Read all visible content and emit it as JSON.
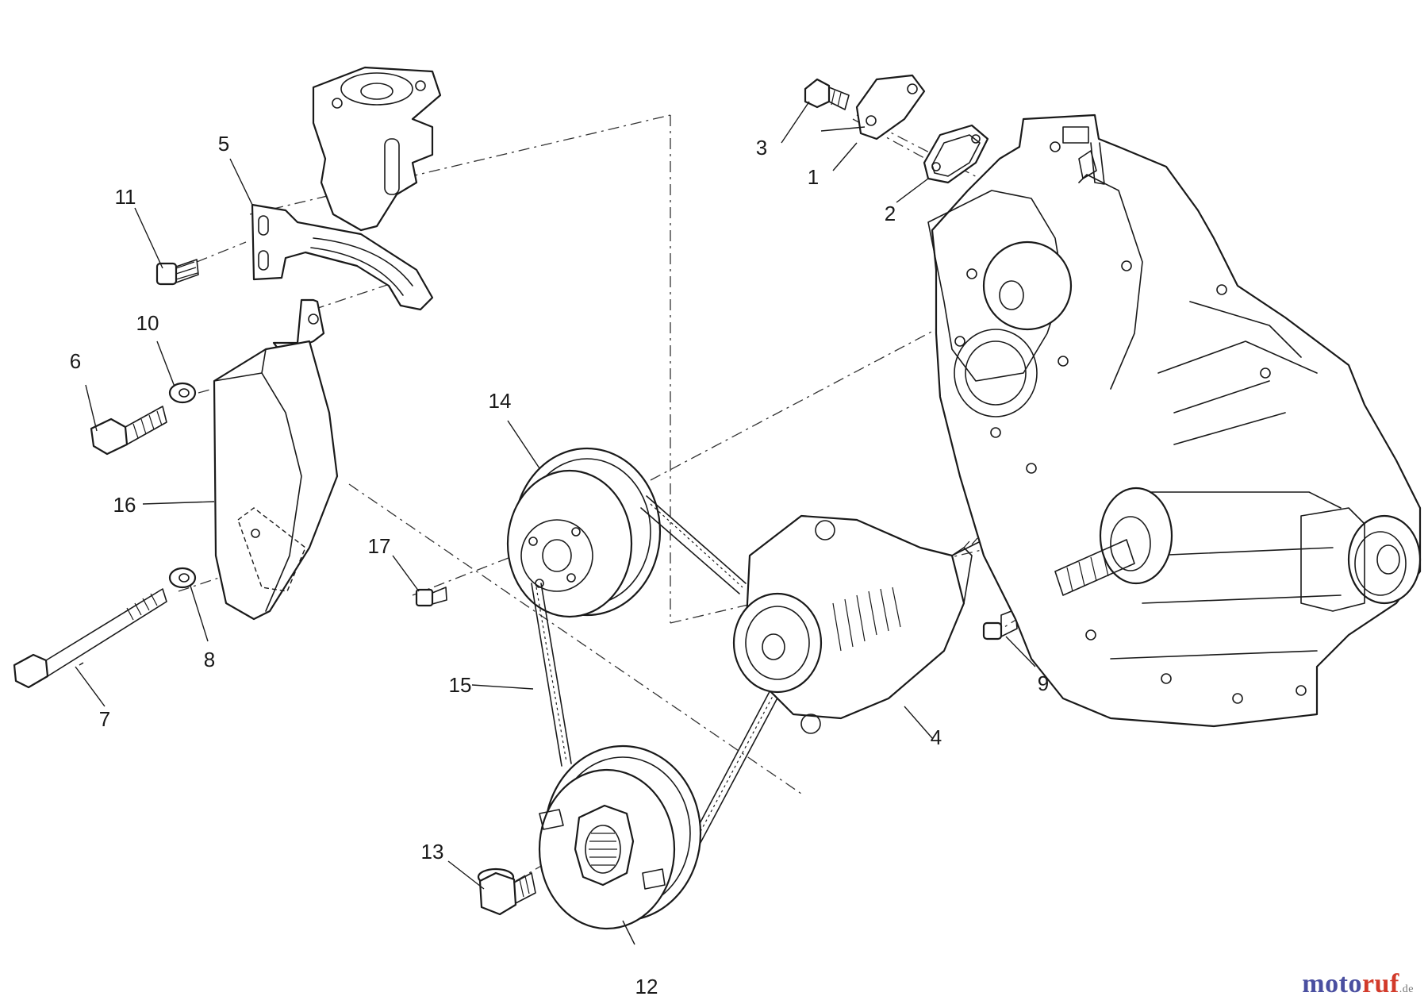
{
  "callouts": [
    {
      "id": "1",
      "label": "1"
    },
    {
      "id": "2",
      "label": "2"
    },
    {
      "id": "3",
      "label": "3"
    },
    {
      "id": "4",
      "label": "4"
    },
    {
      "id": "5",
      "label": "5"
    },
    {
      "id": "6",
      "label": "6"
    },
    {
      "id": "7",
      "label": "7"
    },
    {
      "id": "8",
      "label": "8"
    },
    {
      "id": "9",
      "label": "9"
    },
    {
      "id": "10",
      "label": "10"
    },
    {
      "id": "11",
      "label": "11"
    },
    {
      "id": "12",
      "label": "12"
    },
    {
      "id": "13",
      "label": "13"
    },
    {
      "id": "14",
      "label": "14"
    },
    {
      "id": "15",
      "label": "15"
    },
    {
      "id": "16",
      "label": "16"
    },
    {
      "id": "17",
      "label": "17"
    }
  ],
  "watermark": {
    "moto": "moto",
    "ruf": "ruf",
    "tld": ".de"
  }
}
